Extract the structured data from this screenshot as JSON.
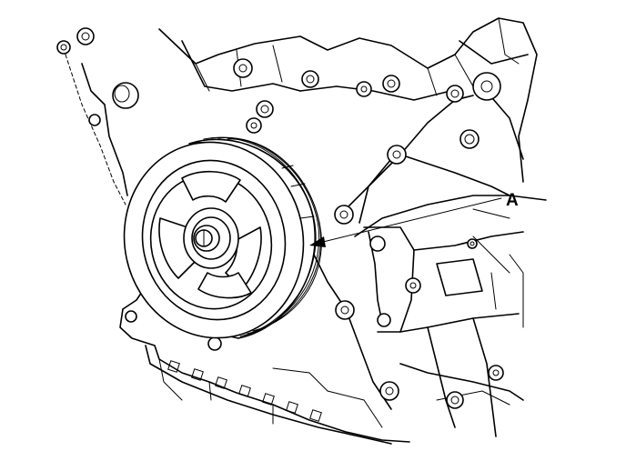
{
  "diagram": {
    "callouts": [
      {
        "id": "A",
        "label": "A",
        "target": "crankshaft-pulley"
      }
    ]
  }
}
